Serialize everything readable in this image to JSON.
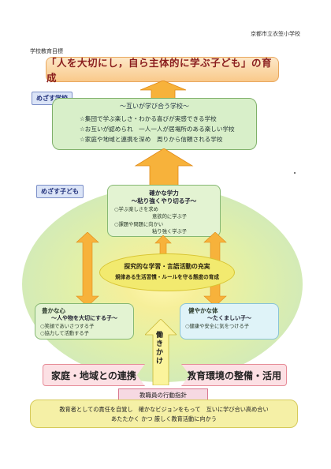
{
  "school_name": "京都市立衣笠小学校",
  "goal_caption": "学校教育目標",
  "goal_title": "「人を大切にし，自ら主体的に学ぶ子ども」の育成",
  "school_tag": "めざす学校",
  "school_heading": "～互いが学び合う学校～",
  "school_lines": [
    "☆集団で学ぶ楽しさ・わかる喜びが実感できる学校",
    "☆お互いが認められ　一人一人が居場所のある楽しい学校",
    "☆家庭や地域と連携を深め　周りから信頼される学校"
  ],
  "child_tag": "めざす子ども",
  "top_card": {
    "title": "確かな学力",
    "subtitle": "～粘り強くやり切る子～",
    "lines": [
      "○学ぶ楽しさを求め",
      "意欲的に学ぶ子",
      "○課題や問題に向かい",
      "粘り強く学ぶ子"
    ]
  },
  "center": {
    "line1": "探究的な学習・言語活動の充実",
    "line2": "規律ある生活習慣・ルールを守る態度の育成"
  },
  "left_card": {
    "title": "豊かな心",
    "subtitle": "～人や物を大切にする子～",
    "lines": [
      "○笑顔であいさつする子",
      "○協力して活動する子"
    ]
  },
  "right_card": {
    "title": "健やかな体",
    "subtitle": "～たくましい子～",
    "lines": [
      "○健康や安全に気をつける子"
    ]
  },
  "hatarakikake": "働きかけ",
  "banner_left": "家庭・地域との連携",
  "banner_right": "教育環境の整備・活用",
  "guide_label": "教職員の行動指針",
  "staff_line1": "教育者としての責任を自覚し　確かなビジョンをもって　互いに学び合い高め合い",
  "staff_line2": "あたたかく かつ 厳しく教育活動に向かう",
  "colors": {
    "goal_text": "#8a1d1d",
    "arrow_orange": "#f7b23b",
    "green": "#86b873",
    "center_yellow": "#f2ea6f"
  }
}
